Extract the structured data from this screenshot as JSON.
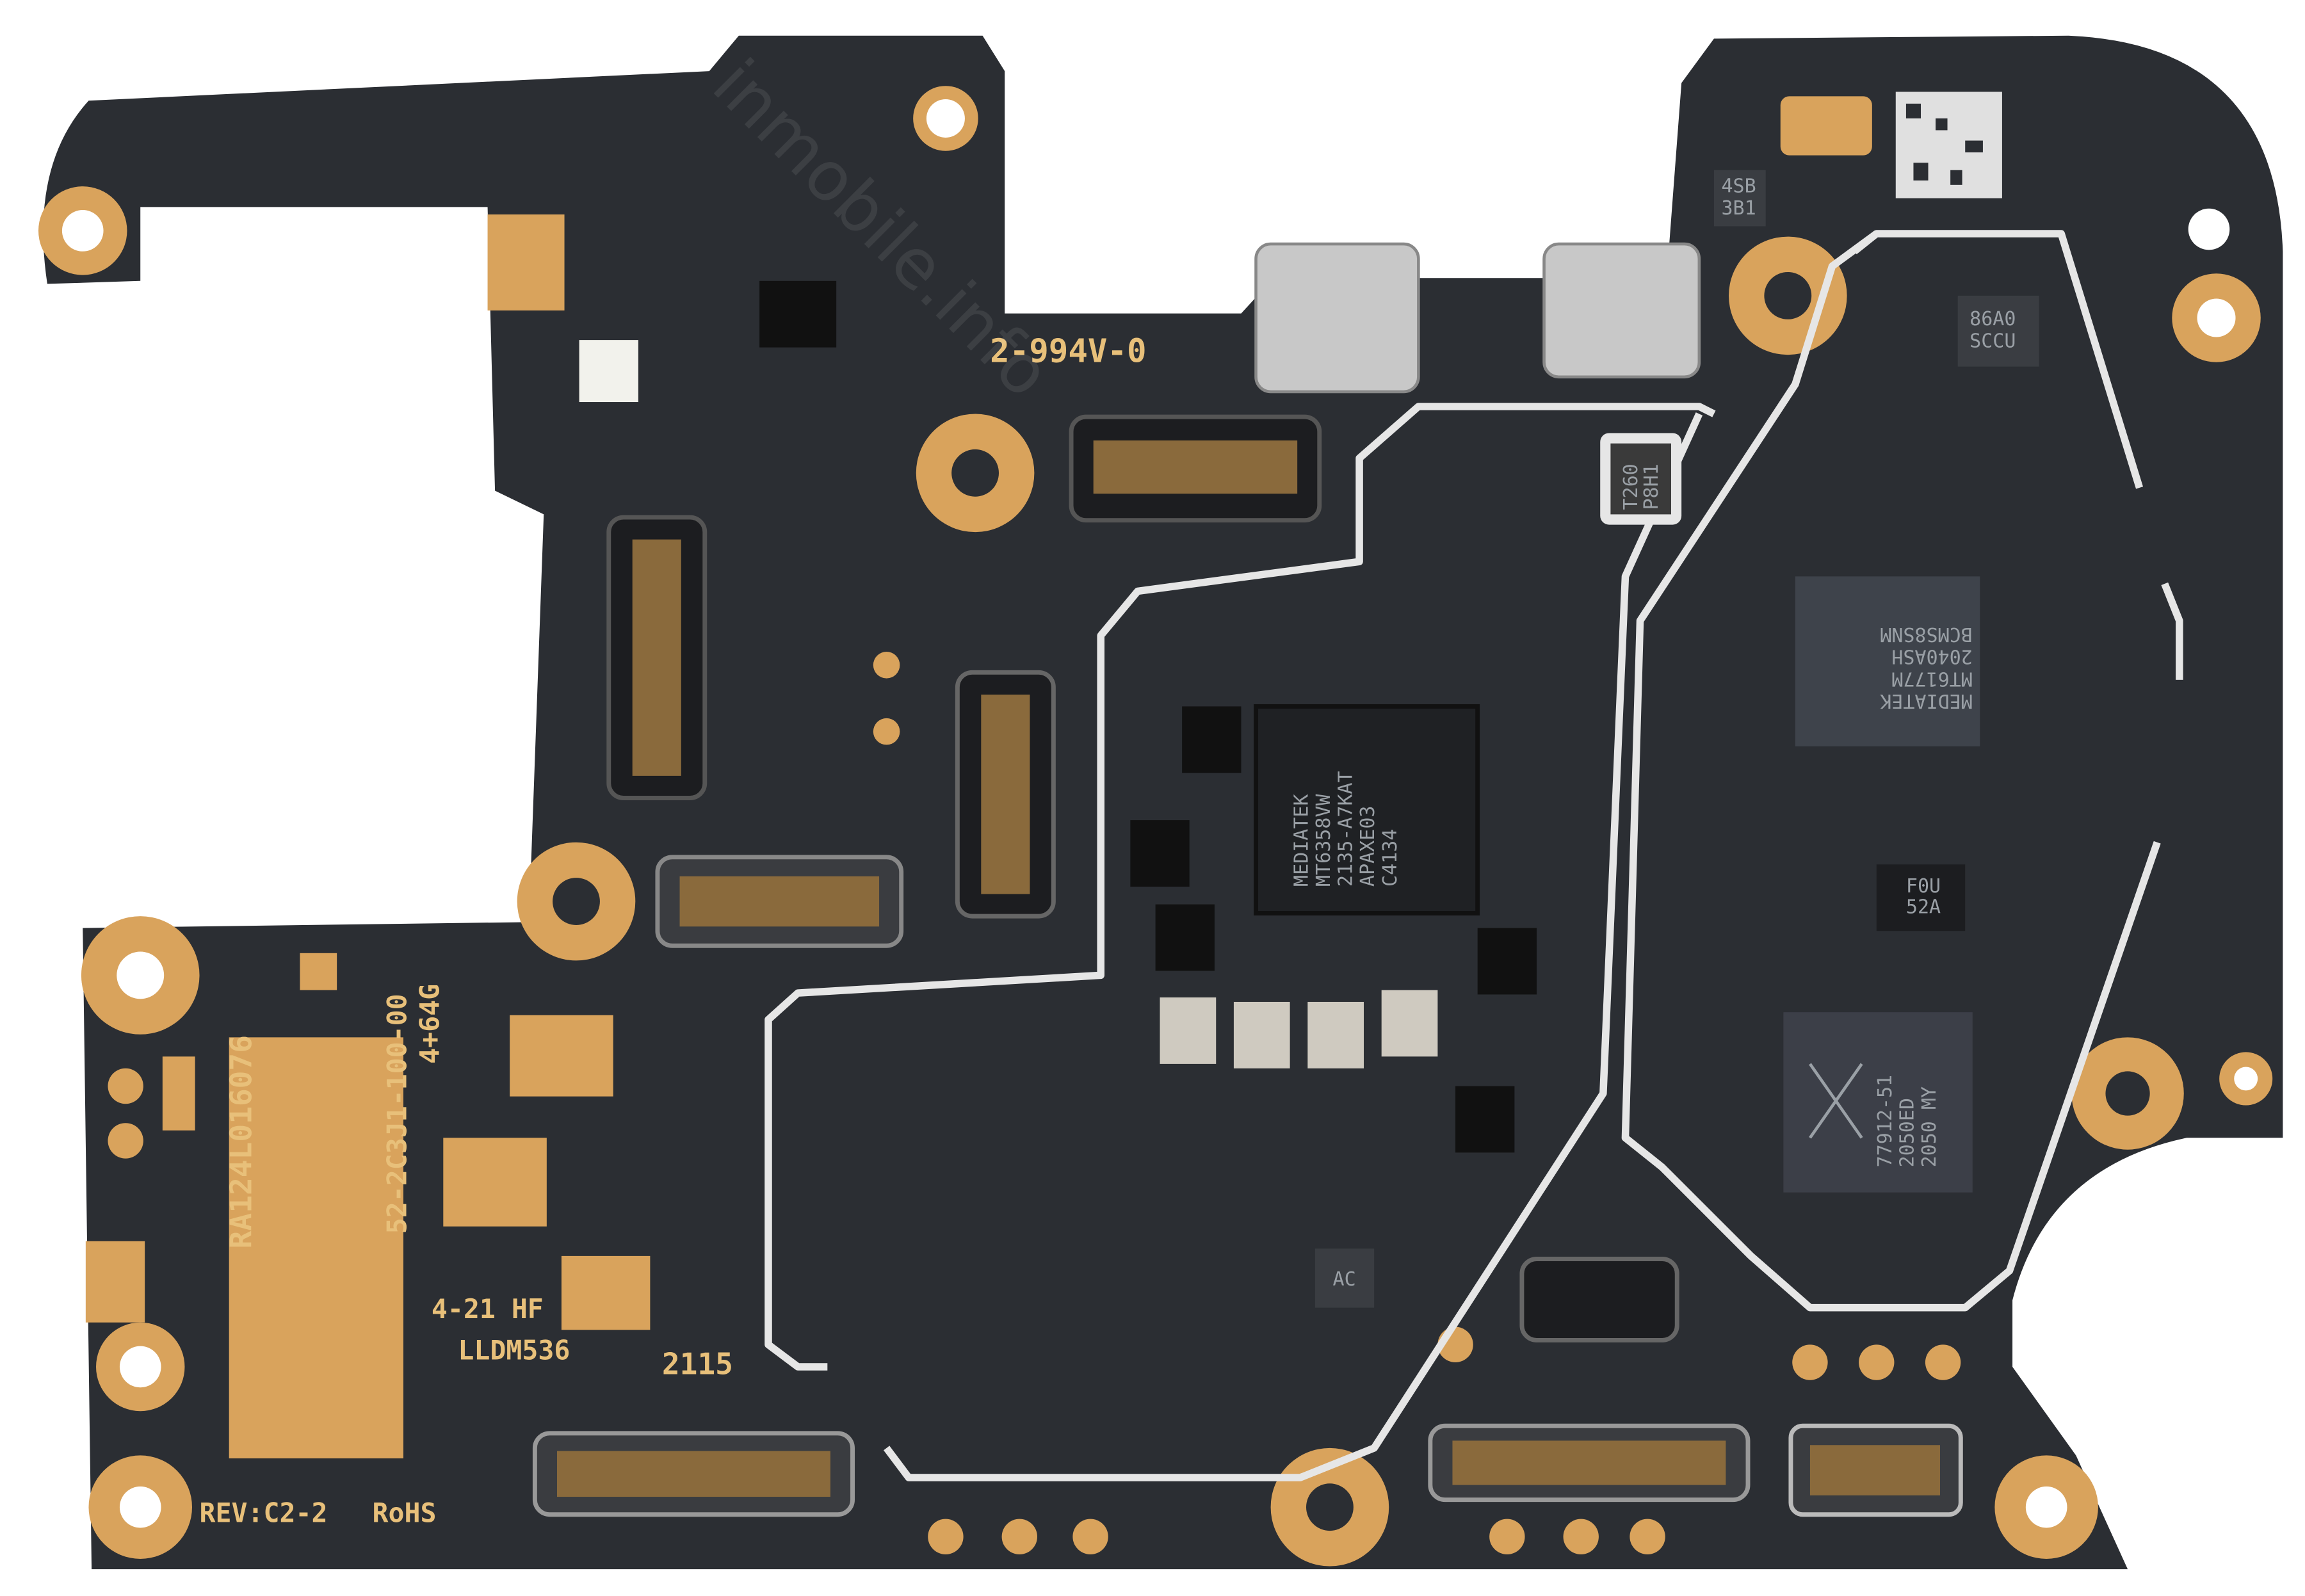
{
  "board": {
    "silkscreen": {
      "ul_mark": "2-994V-0",
      "part_number": "52-2C3J1-100-00",
      "memory": "4+64G",
      "serial": "RA124L016076",
      "date_code": "4-21 HF",
      "model_code": "LLDM536",
      "week": "2115",
      "revision": "REV:C2-2",
      "rohs": "RoHS"
    },
    "chips": {
      "soc": [
        "MEDIATEK",
        "MT6358VW",
        "2135-A7KAT",
        "APAXE03",
        "C4134"
      ],
      "transceiver": [
        "MEDIATEK",
        "MT6177M",
        "2040ASH",
        "BCMS8SNM"
      ],
      "pa_module": [
        "77912-51",
        "2050ED",
        "2050 MY"
      ],
      "crystal": [
        "T260",
        "P8H1"
      ],
      "small_ic_top": [
        "86A0",
        "SCCU"
      ],
      "small_ic_left": [
        "4SB",
        "3B1"
      ],
      "ic_bottom": [
        "AC"
      ],
      "ic_mid": [
        "F0U",
        "52A"
      ]
    },
    "watermark": "inmobile.info",
    "colors": {
      "pcb": "#2b2e33",
      "gold": "#d9a35c",
      "trace": "#e6e6e6",
      "silk": "#e8c07a"
    }
  }
}
